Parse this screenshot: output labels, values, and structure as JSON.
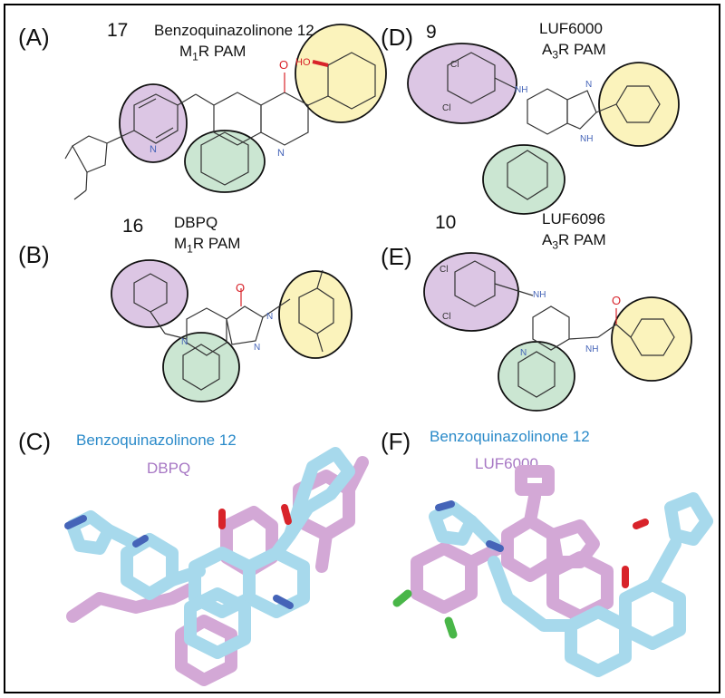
{
  "panels": {
    "A": {
      "label": "(A)",
      "number": "17",
      "name": "Benzoquinazolinone 12",
      "target_prefix": "M",
      "target_sub": "1",
      "target_suffix": "R PAM"
    },
    "B": {
      "label": "(B)",
      "number": "16",
      "name": "DBPQ",
      "target_prefix": "M",
      "target_sub": "1",
      "target_suffix": "R PAM"
    },
    "C": {
      "label": "(C)",
      "legend_1": "Benzoquinazolinone 12",
      "legend_2": "DBPQ"
    },
    "D": {
      "label": "(D)",
      "number": "9",
      "name": "LUF6000",
      "target_prefix": "A",
      "target_sub": "3",
      "target_suffix": "R PAM"
    },
    "E": {
      "label": "(E)",
      "number": "10",
      "name": "LUF6096",
      "target_prefix": "A",
      "target_sub": "3",
      "target_suffix": "R PAM"
    },
    "F": {
      "label": "(F)",
      "legend_1": "Benzoquinazolinone 12",
      "legend_2": "LUF6000"
    }
  },
  "atoms": {
    "oxygen": "O",
    "hydroxyl": "HO",
    "nitrogen": "N",
    "amine": "NH",
    "chlorine": "Cl"
  },
  "colors": {
    "purple_fill": "#dcc6e4",
    "green_fill": "#cbe6d2",
    "yellow_fill": "#fbf3bc",
    "legend_blue": "#2a8ac9",
    "legend_purple": "#a777c4",
    "stick_blue": "#a7d9ec",
    "stick_pink": "#d3a8d6",
    "nitrogen_blue": "#4564b8",
    "oxygen_red": "#d8232a",
    "chlorine_green": "#49b648"
  }
}
